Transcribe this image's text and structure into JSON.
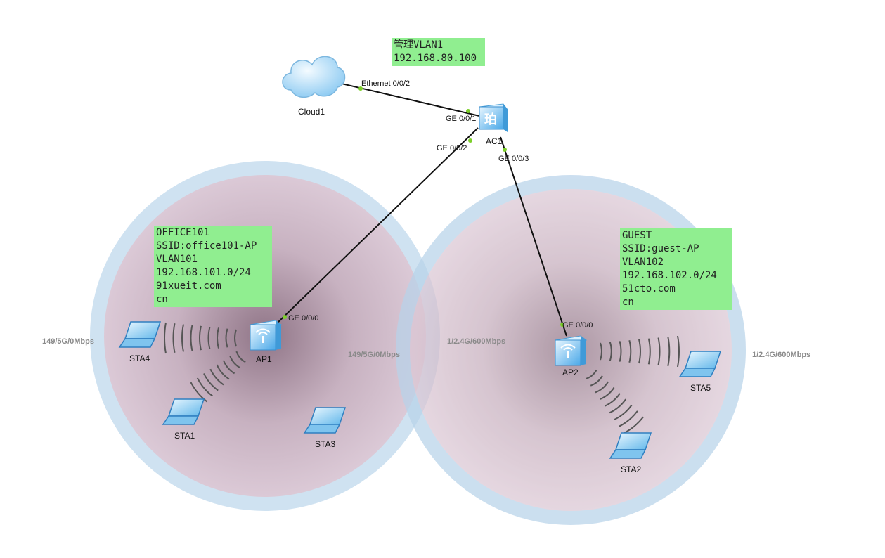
{
  "colors": {
    "coverage_outer": "#cde2f2",
    "coverage_inner": "#d8c3d0",
    "note_bg": "#90ee90",
    "port_dot": "#7ccf2a",
    "link": "#111111"
  },
  "devices": {
    "cloud": {
      "label": "Cloud1",
      "icon": "cloud-icon"
    },
    "ac": {
      "label": "AC1",
      "icon": "access-controller-icon"
    },
    "ap1": {
      "label": "AP1",
      "icon": "wireless-ap-icon"
    },
    "ap2": {
      "label": "AP2",
      "icon": "wireless-ap-icon"
    },
    "sta1": {
      "label": "STA1",
      "icon": "laptop-icon"
    },
    "sta2": {
      "label": "STA2",
      "icon": "laptop-icon"
    },
    "sta3": {
      "label": "STA3",
      "icon": "laptop-icon"
    },
    "sta4": {
      "label": "STA4",
      "icon": "laptop-icon"
    },
    "sta5": {
      "label": "STA5",
      "icon": "laptop-icon"
    }
  },
  "links": {
    "cloud_ac": {
      "from_port": "Ethernet 0/0/2",
      "to_port": "GE 0/0/1"
    },
    "ac_ap1": {
      "from_port": "GE 0/0/2",
      "to_port": "GE 0/0/0"
    },
    "ac_ap2": {
      "from_port": "GE 0/0/3",
      "to_port": "GE 0/0/0"
    }
  },
  "rates": {
    "ap1_left": "149/5G/0Mbps",
    "ap1_right": "149/5G/0Mbps",
    "ap2_left": "1/2.4G/600Mbps",
    "ap2_right": "1/2.4G/600Mbps"
  },
  "notes": {
    "management": [
      "管理VLAN1",
      "192.168.80.100"
    ],
    "office": [
      "OFFICE101",
      "SSID:office101-AP",
      "VLAN101",
      "192.168.101.0/24",
      "91xueit.com",
      "cn"
    ],
    "guest": [
      "GUEST",
      "SSID:guest-AP",
      "VLAN102",
      "192.168.102.0/24",
      "51cto.com",
      "cn"
    ]
  }
}
